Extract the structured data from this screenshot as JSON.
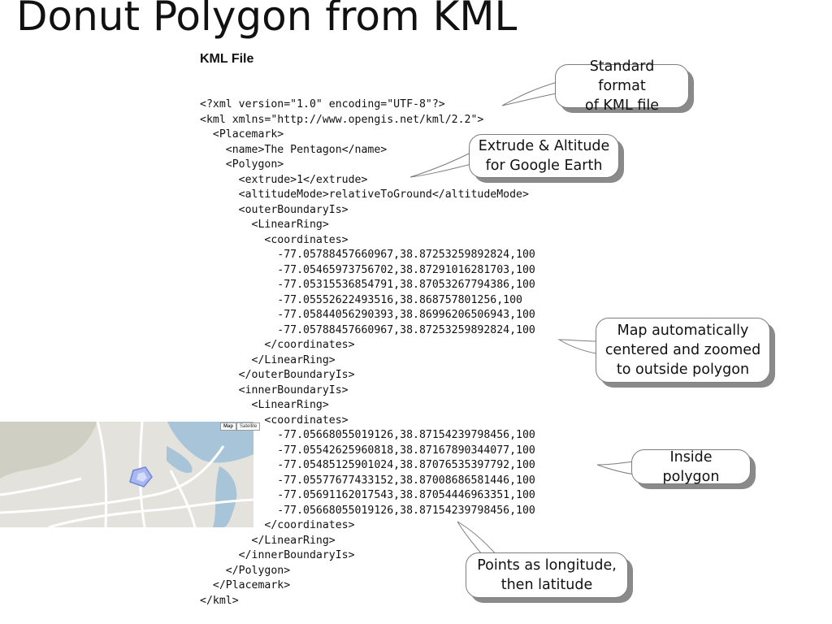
{
  "slide": {
    "title": "Donut Polygon from KML",
    "subheading": "KML File"
  },
  "code_lines": [
    "<?xml version=\"1.0\" encoding=\"UTF-8\"?>",
    "<kml xmlns=\"http://www.opengis.net/kml/2.2\">",
    "  <Placemark>",
    "    <name>The Pentagon</name>",
    "    <Polygon>",
    "      <extrude>1</extrude>",
    "      <altitudeMode>relativeToGround</altitudeMode>",
    "      <outerBoundaryIs>",
    "        <LinearRing>",
    "          <coordinates>",
    "            -77.05788457660967,38.87253259892824,100",
    "            -77.05465973756702,38.87291016281703,100",
    "            -77.05315536854791,38.87053267794386,100",
    "            -77.05552622493516,38.868757801256,100",
    "            -77.05844056290393,38.86996206506943,100",
    "            -77.05788457660967,38.87253259892824,100",
    "          </coordinates>",
    "        </LinearRing>",
    "      </outerBoundaryIs>",
    "      <innerBoundaryIs>",
    "        <LinearRing>",
    "          <coordinates>",
    "            -77.05668055019126,38.87154239798456,100",
    "            -77.05542625960818,38.87167890344077,100",
    "            -77.05485125901024,38.87076535397792,100",
    "            -77.05577677433152,38.87008686581446,100",
    "            -77.05691162017543,38.87054446963351,100",
    "            -77.05668055019126,38.87154239798456,100",
    "          </coordinates>",
    "        </LinearRing>",
    "      </innerBoundaryIs>",
    "    </Polygon>",
    "  </Placemark>",
    "</kml>"
  ],
  "callouts": {
    "standard_format": "Standard format\nof KML file",
    "extrude_altitude": "Extrude & Altitude\nfor Google Earth",
    "map_centered": "Map automatically\ncentered and zoomed\nto outside polygon",
    "inside_polygon": "Inside polygon",
    "points_order": "Points as longitude,\nthen latitude"
  },
  "map": {
    "tab_map": "Map",
    "tab_satellite": "Satellite",
    "colors": {
      "land": "#e4e2dc",
      "terrain": "#cfcfc4",
      "water": "#a8c4d8",
      "road": "#ffffff",
      "polygon_fill": "#a9b8f0",
      "polygon_stroke": "#6f86d8"
    }
  }
}
